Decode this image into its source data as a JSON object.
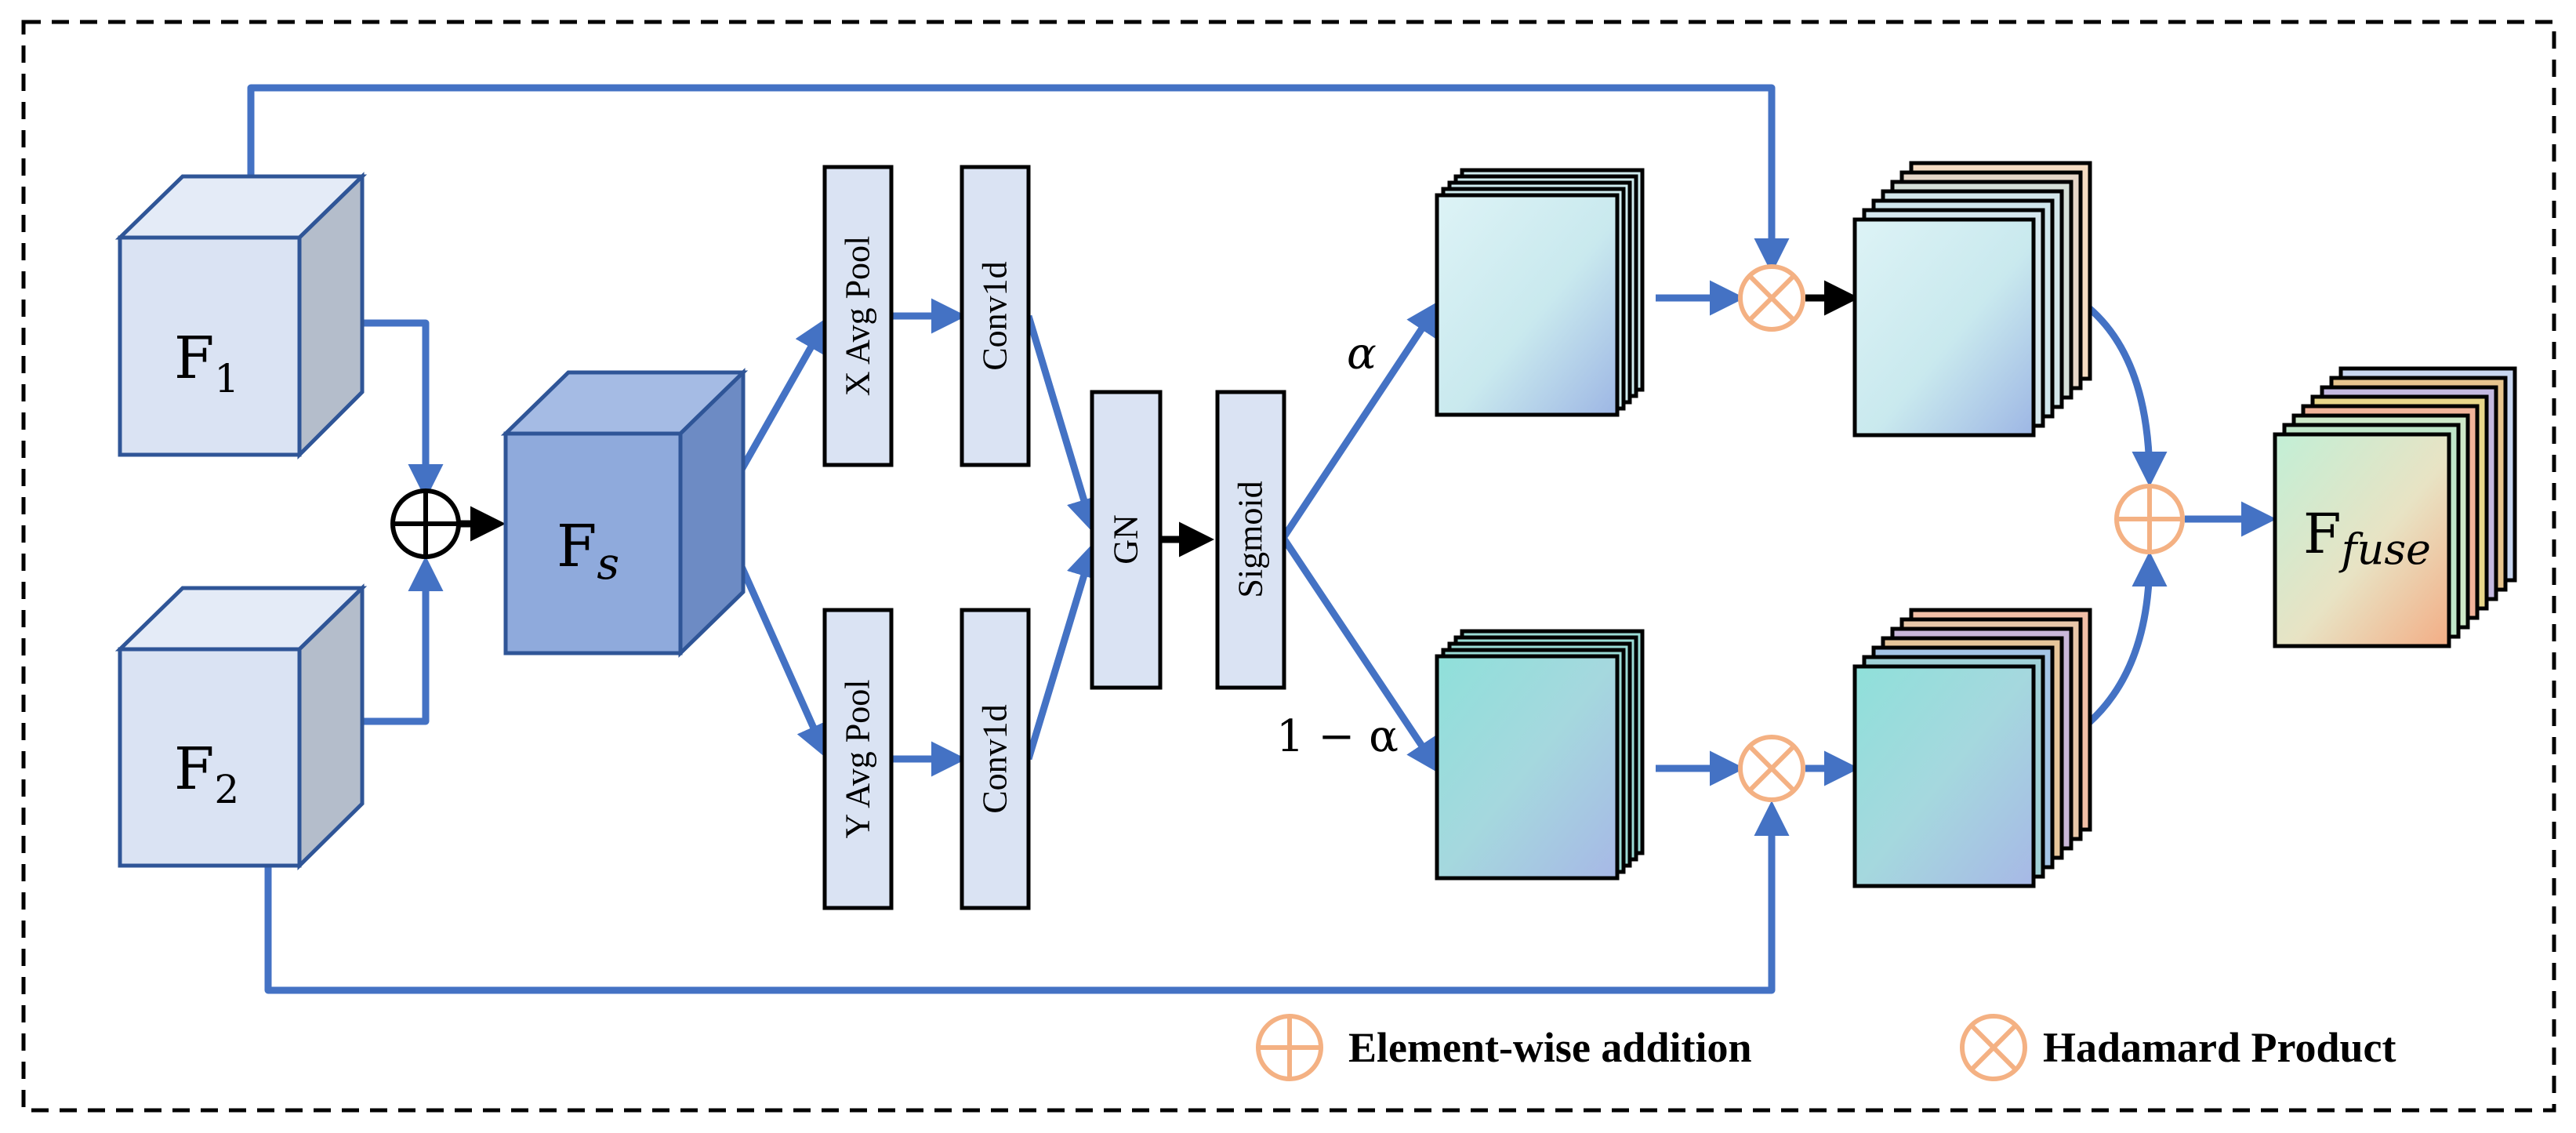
{
  "inputs": {
    "f1": {
      "base": "F",
      "sub": "1"
    },
    "f2": {
      "base": "F",
      "sub": "2"
    }
  },
  "fused_input": {
    "base": "F",
    "sub": "s"
  },
  "blocks": {
    "x_avg_pool": "X Avg Pool",
    "y_avg_pool": "Y Avg Pool",
    "conv1d_top": "Conv1d",
    "conv1d_bottom": "Conv1d",
    "gn": "GN",
    "sigmoid": "Sigmoid"
  },
  "weights": {
    "alpha": "α",
    "one_minus_alpha": "1 − α"
  },
  "output": {
    "base": "F",
    "sub": "fuse"
  },
  "legend": {
    "addition": "Element-wise addition",
    "hadamard": "Hadamard Product"
  },
  "colors": {
    "arrow": "#4472C4",
    "cube_front": "#DAE3F3",
    "cube_side": "#B4C0D6",
    "fs_front": "#8FAADC",
    "operator": "#F4B183",
    "stroke": "#2F5597"
  }
}
